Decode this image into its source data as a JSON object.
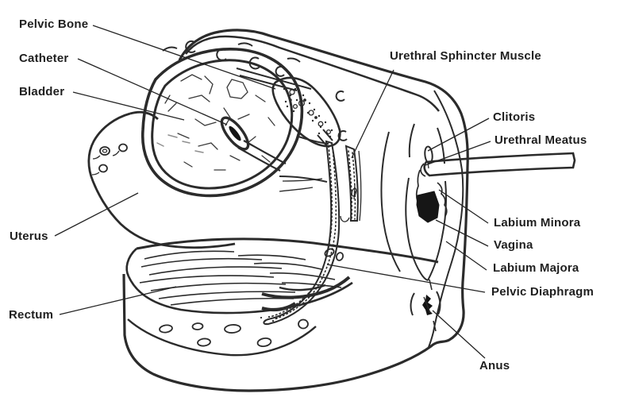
{
  "labels": {
    "left": [
      {
        "id": "pelvic-bone",
        "text": "Pelvic Bone"
      },
      {
        "id": "catheter",
        "text": "Catheter"
      },
      {
        "id": "bladder",
        "text": "Bladder"
      },
      {
        "id": "uterus",
        "text": "Uterus"
      },
      {
        "id": "rectum",
        "text": "Rectum"
      }
    ],
    "right": [
      {
        "id": "urethral-sphincter-muscle",
        "text": "Urethral Sphincter Muscle"
      },
      {
        "id": "clitoris",
        "text": "Clitoris"
      },
      {
        "id": "urethral-meatus",
        "text": "Urethral Meatus"
      },
      {
        "id": "labium-minora",
        "text": "Labium Minora"
      },
      {
        "id": "vagina",
        "text": "Vagina"
      },
      {
        "id": "labium-majora",
        "text": "Labium Majora"
      },
      {
        "id": "pelvic-diaphragm",
        "text": "Pelvic Diaphragm"
      },
      {
        "id": "anus",
        "text": "Anus"
      }
    ]
  },
  "colors": {
    "ink": "#2b2b2b",
    "background": "#ffffff",
    "solid_fill": "#161616"
  }
}
